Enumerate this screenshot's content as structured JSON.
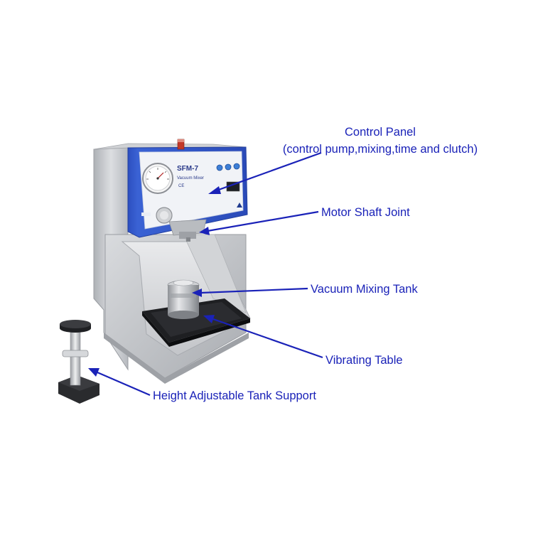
{
  "labels": {
    "control_panel_title": "Control Panel",
    "control_panel_detail": "(control pump,mixing,time and clutch)",
    "motor_shaft_joint": "Motor Shaft Joint",
    "vacuum_mixing_tank": "Vacuum Mixing Tank",
    "vibrating_table": "Vibrating Table",
    "height_adjustable_support": "Height Adjustable Tank Support"
  },
  "device_panel": {
    "model": "SFM-7",
    "subtitle": "Vacuum Mixer",
    "mark": "CE"
  },
  "colors": {
    "label_text": "#1a22b8",
    "arrow": "#1a22b8",
    "panel_blue": "#2f55c4",
    "steel": "#c9cbcf"
  }
}
